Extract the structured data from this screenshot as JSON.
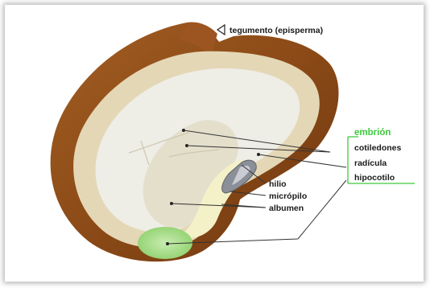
{
  "labels": {
    "tegumento": "tegumento (episperma)",
    "embrion": "embrión",
    "cotiledones": "cotiledones",
    "radicula": "radícula",
    "hipocotilo": "hipocotilo",
    "hilio": "hilio",
    "micropilo": "micrópilo",
    "albumen": "albumen"
  },
  "colors": {
    "seed_coat": "#8b4a17",
    "seed_coat_light": "#b87333",
    "inner_tan": "#e6dcc4",
    "cotyledon_light": "#eeede6",
    "radicle_green": "#a8d98a",
    "hilum_gray": "#8a8f98",
    "embryo_label_green": "#3fc83f"
  }
}
